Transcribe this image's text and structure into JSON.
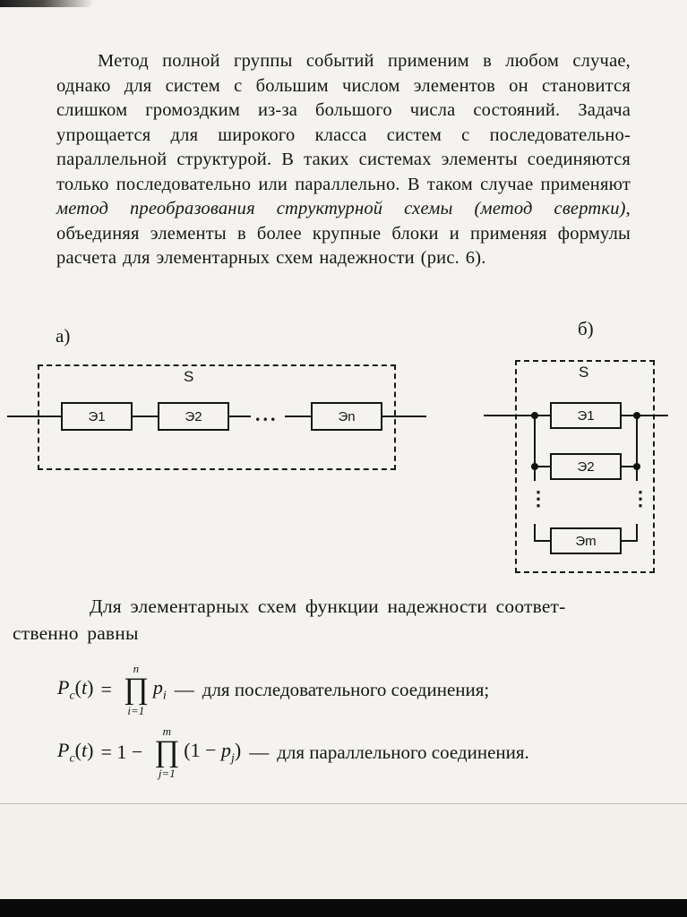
{
  "colors": {
    "page": "#f4f3ef",
    "ink": "#161616",
    "scan_bar": "#0a0a0a"
  },
  "intro": {
    "part1": "Метод полной группы событий применим в любом случае, однако для систем с большим числом элементов он становится слишком громоздким из-за большого числа состояний. Задача упрощается для широкого класса систем с последовательно-параллельной структурой. В таких системах элементы соединяются только последовательно или параллельно. В таком случае применяют ",
    "italic": "метод преобразования структурной схемы (метод свертки)",
    "part2": ", объединяя элементы в более крупные блоки и применяя формулы расчета для элементарных схем надежности (рис. 6)."
  },
  "figure": {
    "a": {
      "label": "а)",
      "s": "S",
      "blocks": [
        "Э1",
        "Э2",
        "Эn"
      ],
      "dots": "..."
    },
    "b": {
      "label": "б)",
      "s": "S",
      "blocks": [
        "Э1",
        "Э2",
        "Эm"
      ],
      "vdots": "⋮"
    }
  },
  "reliability": {
    "line1": "Для элементарных схем функции надежности соответ-",
    "line2": "ственно равны"
  },
  "formula_series": {
    "lhs_var": "P",
    "lhs_sub": "c",
    "open": "(",
    "arg": "t",
    "close": ")",
    "equals": "=",
    "upper": "n",
    "prod": "∏",
    "lower": "i=1",
    "term_var": "p",
    "term_sub": "i",
    "dash": "—",
    "caption": "для последовательного соединения;"
  },
  "formula_parallel": {
    "lhs_var": "P",
    "lhs_sub": "c",
    "open": "(",
    "arg": "t",
    "close": ")",
    "equals": "= 1 −",
    "upper": "m",
    "prod": "∏",
    "lower": "j=1",
    "term_open": "(1 − ",
    "term_var": "p",
    "term_sub": "j",
    "term_close": ")",
    "dash": "—",
    "caption": "для параллельного соединения."
  }
}
